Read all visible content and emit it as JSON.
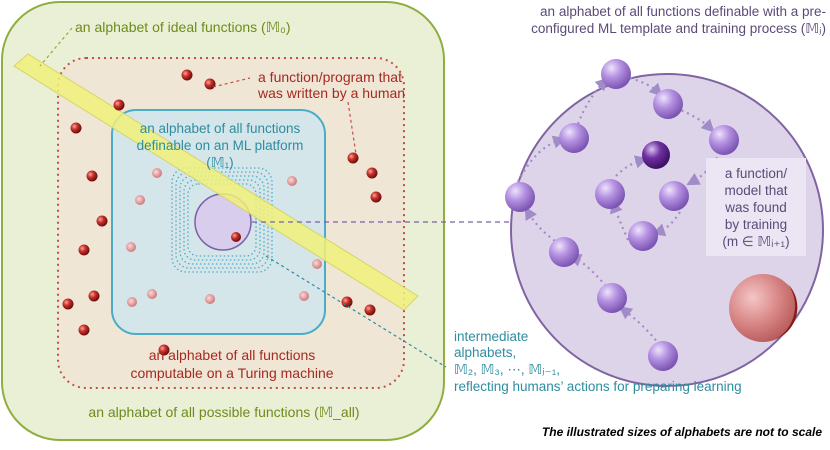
{
  "labels": {
    "ideal": "an alphabet of ideal functions (𝕄₀)",
    "human_fn_1": "a function/program that",
    "human_fn_2": "was written by a human",
    "ml_platform_1": "an alphabet of all functions",
    "ml_platform_2": "definable on an ML platform",
    "ml_platform_3": "(𝕄₁)",
    "turing_1": "an alphabet of all functions",
    "turing_2": "computable on a Turing machine",
    "all_possible": "an alphabet of all possible functions (𝕄_all)",
    "intermediate_1": "intermediate",
    "intermediate_2": "alphabets,",
    "intermediate_3": "𝕄₂, 𝕄₃, ⋯, 𝕄ⱼ₋₁,",
    "intermediate_4": "reflecting humans’ actions for preparing learning",
    "template_1": "an alphabet of all functions definable with a pre-",
    "template_2": "configured ML template and training process (𝕄ⱼ)",
    "model_1": "a function/",
    "model_2": "model that",
    "model_3": "was found",
    "model_4": "by training",
    "model_5": "(m ∈ 𝕄ᵢ₊₁)",
    "scale_note": "The illustrated sizes of alphabets are not to scale"
  },
  "colors": {
    "outer_fill": "#eaf0d6",
    "outer_stroke": "#8eae3e",
    "turing_fill": "#efe6d6",
    "turing_stroke": "#c0504d",
    "ml_fill": "#d4e6ea",
    "ml_stroke": "#4aacc6",
    "yellow_band": "#f1f07a",
    "big_circle_fill": "#ddd4ea",
    "big_circle_stroke": "#8064a2",
    "red_dot": "#b3231d",
    "purple_sphere": "#a886d8"
  }
}
